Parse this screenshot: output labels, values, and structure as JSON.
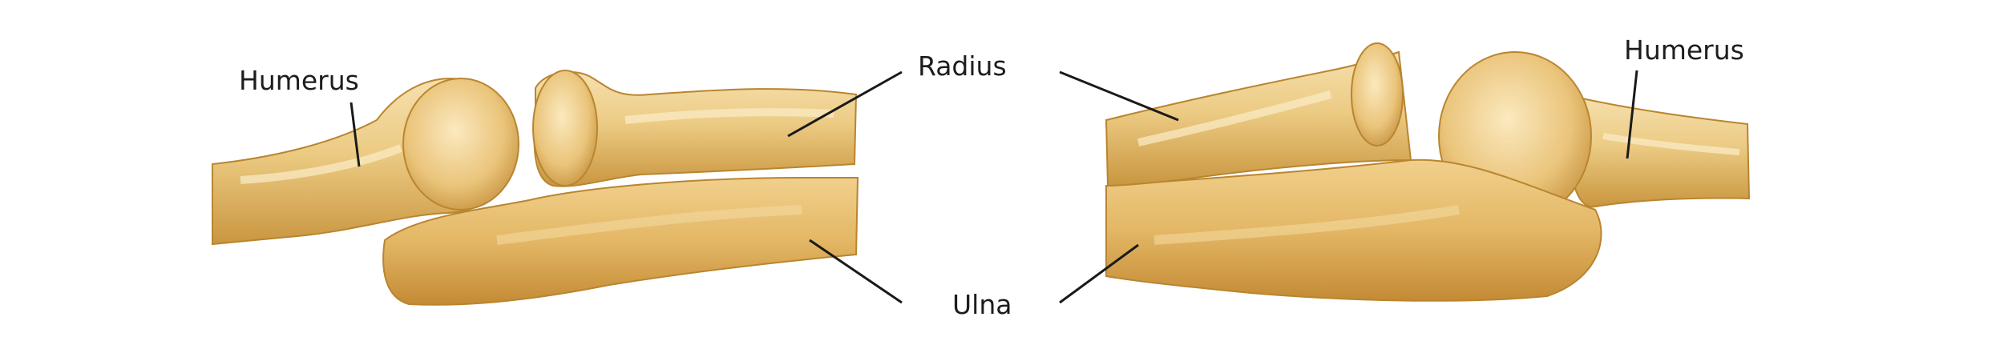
{
  "labels": {
    "left_humerus": "Humerus",
    "radius": "Radius",
    "ulna": "Ulna",
    "right_humerus": "Humerus"
  },
  "colors": {
    "bone_base": "#e9c57a",
    "bone_light": "#f7e3b4",
    "bone_shadow": "#c8943e",
    "bone_outline": "#b9852f",
    "leader_line": "#1a1a1a",
    "background": "#ffffff"
  }
}
